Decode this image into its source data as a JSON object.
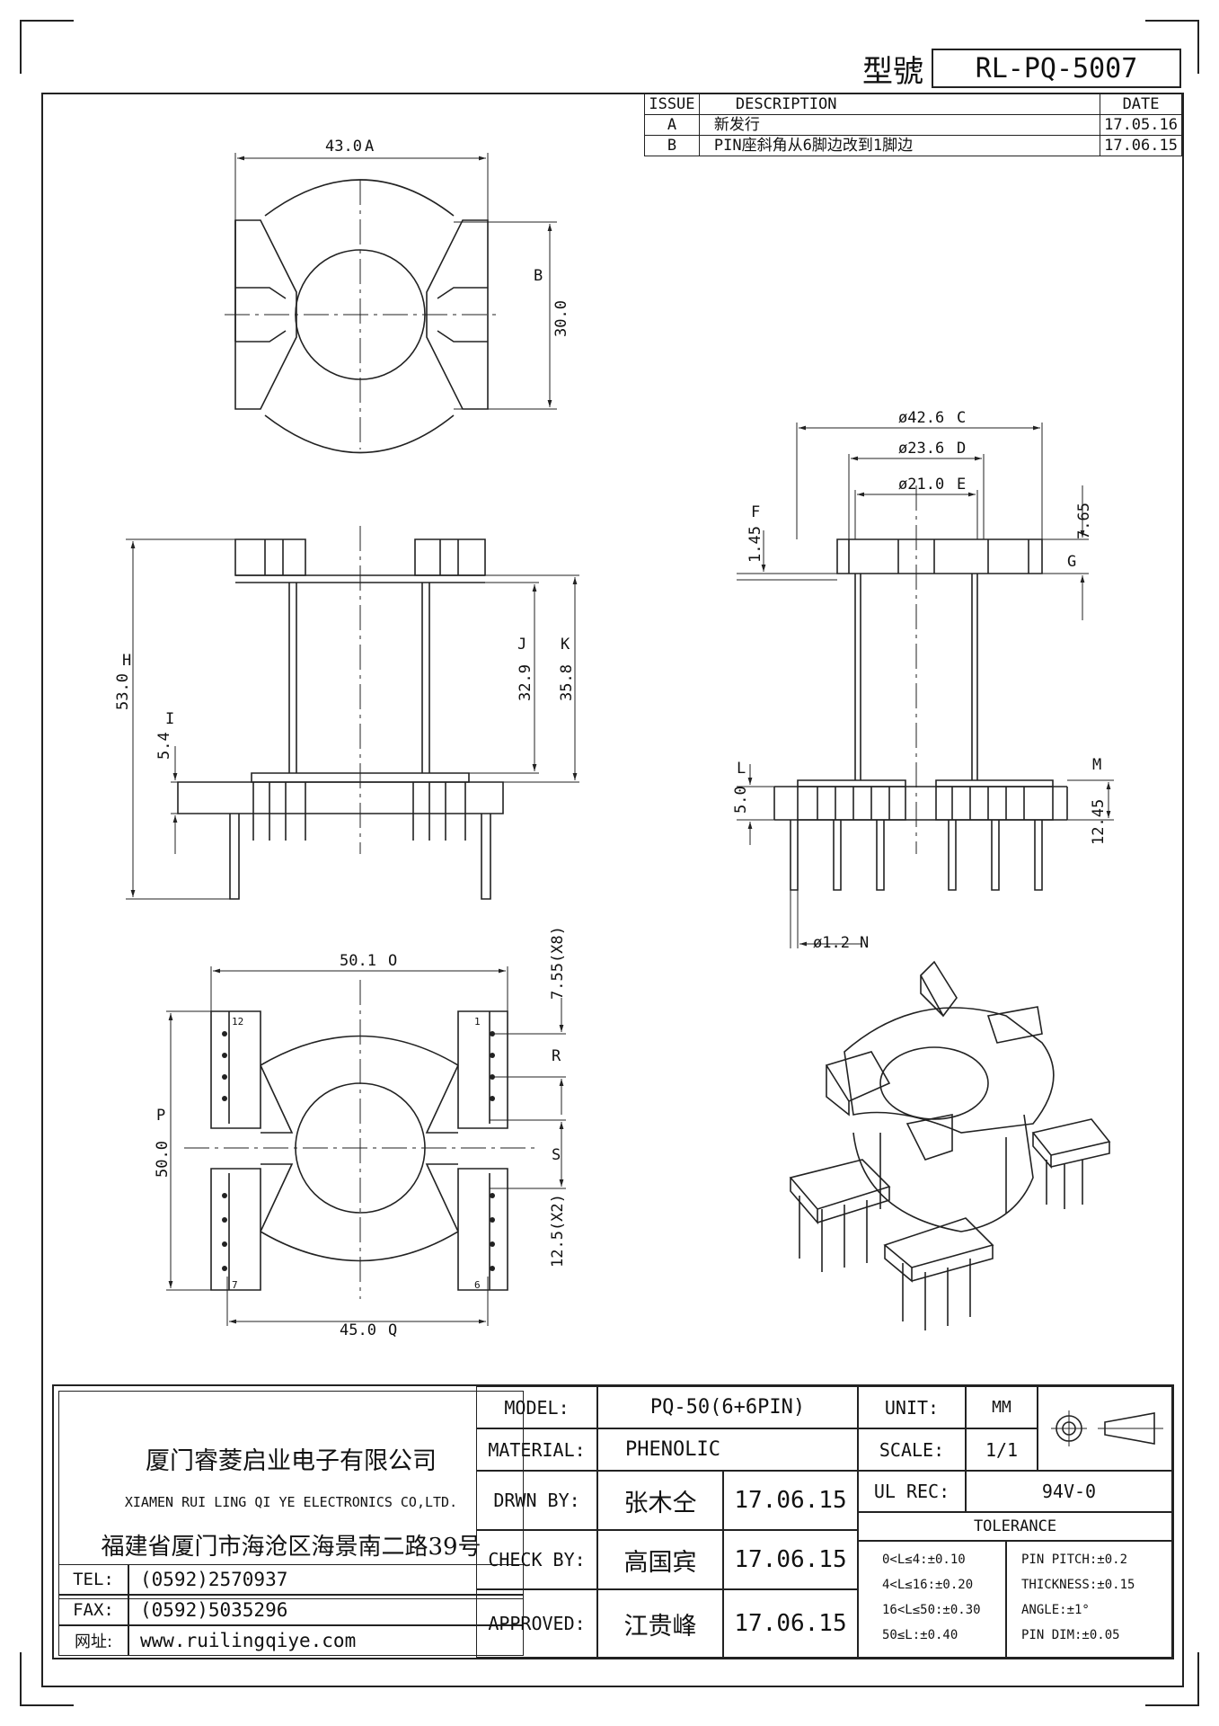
{
  "header": {
    "model_label": "型號",
    "model_number": "RL-PQ-5007"
  },
  "revision_table": {
    "headers": [
      "ISSUE",
      "DESCRIPTION",
      "DATE"
    ],
    "rows": [
      {
        "issue": "A",
        "description": "新发行",
        "date": "17.05.16"
      },
      {
        "issue": "B",
        "description": "PIN座斜角从6脚边改到1脚边",
        "date": "17.06.15"
      }
    ]
  },
  "dimensions": {
    "top_view": {
      "A": "43.0",
      "B": "30.0"
    },
    "side_view": {
      "H": "53.0",
      "I": "5.4",
      "J": "32.9",
      "K": "35.8"
    },
    "front_view": {
      "C": "ø42.6",
      "D": "ø23.6",
      "E": "ø21.0",
      "F": "1.45",
      "G": "7.65",
      "L": "5.0",
      "M": "12.45",
      "N": "ø1.2"
    },
    "bottom_view": {
      "O": "50.1",
      "P": "50.0",
      "Q": "45.0",
      "R": "7.55(X8)",
      "S": "12.5(X2)",
      "pin_12": "12",
      "pin_1": "1",
      "pin_7": "7",
      "pin_6": "6"
    }
  },
  "dimension_letters": [
    "A",
    "B",
    "C",
    "D",
    "E",
    "F",
    "G",
    "H",
    "I",
    "J",
    "K",
    "L",
    "M",
    "N",
    "O",
    "P",
    "Q",
    "R",
    "S"
  ],
  "company": {
    "name_cn": "厦门睿菱启业电子有限公司",
    "name_en": "XIAMEN RUI LING QI YE ELECTRONICS CO,LTD.",
    "address": "福建省厦门市海沧区海景南二路39号",
    "tel_label": "TEL:",
    "tel": "(0592)2570937",
    "fax_label": "FAX:",
    "fax": "(0592)5035296",
    "web_label": "网址:",
    "web": "www.ruilingqiye.com"
  },
  "title_block": {
    "model_label": "MODEL:",
    "model_value": "PQ-50(6+6PIN)",
    "material_label": "MATERIAL:",
    "material_value": "PHENOLIC",
    "drawn_label": "DRWN BY:",
    "drawn_name": "张木仝",
    "drawn_date": "17.06.15",
    "check_label": "CHECK BY:",
    "check_name": "高国宾",
    "check_date": "17.06.15",
    "approved_label": "APPROVED:",
    "approved_name": "江贵峰",
    "approved_date": "17.06.15",
    "unit_label": "UNIT:",
    "unit_value": "MM",
    "scale_label": "SCALE:",
    "scale_value": "1/1",
    "ul_label": "UL REC:",
    "ul_value": "94V-0",
    "tolerance_title": "TOLERANCE",
    "tolerances": [
      "0<L≤4:±0.10",
      "4<L≤16:±0.20",
      "16<L≤50:±0.30",
      "50≤L:±0.40"
    ],
    "tolerances_right": [
      "PIN PITCH:±0.2",
      "THICKNESS:±0.15",
      "ANGLE:±1°",
      "PIN DIM:±0.05"
    ]
  }
}
